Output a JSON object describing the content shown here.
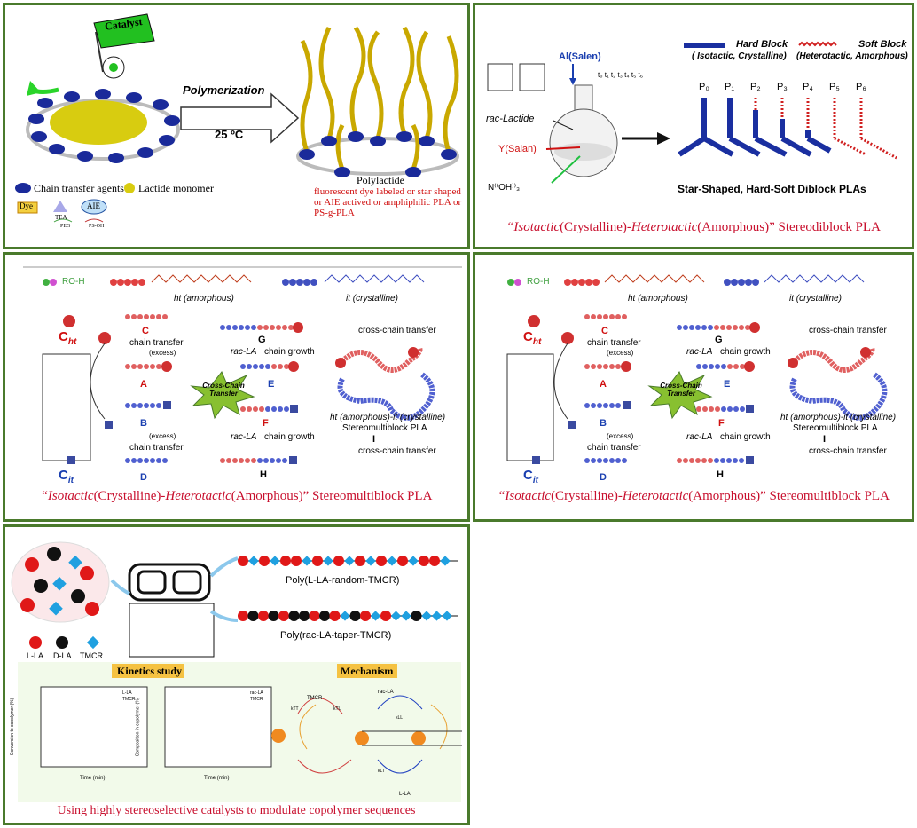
{
  "panel1": {
    "catalyst_flag": "Catalyst",
    "arrow_label": "Polymerization",
    "temperature": "25 ºC",
    "product_label": "Polylactide",
    "legend_cta": "Chain transfer agents",
    "legend_monomer": "Lactide monomer",
    "dye": "Dye",
    "aie": "AIE",
    "tea": "TEA",
    "peg": "PEG",
    "ps_oh": "PS-OH",
    "description": "fluorescent dye labeled or star shaped or AIE actived or amphiphilic PLA or PS-g-PLA"
  },
  "panel2": {
    "catalyst_al": "Al(Salen)",
    "times": "t₀ t₁ t₂ t₃ t₄ t₅ t₆",
    "monomer": "rac-Lactide",
    "catalyst_y": "Y(Salan)",
    "initiator": "N⁽⁽OH⁾⁾₃",
    "hard_block": "Hard Block",
    "hard_block_desc": "( Isotactic, Crystalline)",
    "soft_block": "Soft Block",
    "soft_block_desc": "(Heterotactic, Amorphous)",
    "products": [
      "P₀",
      "P₁",
      "P₂",
      "P₃",
      "P₄",
      "P₅",
      "P₆"
    ],
    "result": "Star-Shaped, Hard-Soft Diblock PLAs",
    "caption_a": "“Isotactic",
    "caption_b": "(Crystalline)-",
    "caption_c": "Heterotactic",
    "caption_d": "(Amorphous)” Stereodiblock PLA"
  },
  "panel3": {
    "ro_h": "RO-H",
    "ht_label": "ht (amorphous)",
    "it_label": "it (crystalline)",
    "c_ht": "C",
    "c_ht_sub": "ht",
    "c_it": "C",
    "c_it_sub": "it",
    "chain_transfer": "chain transfer",
    "excess": "(excess)",
    "labels": [
      "A",
      "B",
      "C",
      "D",
      "E",
      "F",
      "G",
      "H",
      "I"
    ],
    "rac_la": "rac-LA",
    "chain_growth": "chain growth",
    "cross_chain_transfer": "cross-chain transfer",
    "cross_star": "Cross-Chain Transfer",
    "ht_it": "ht (amorphous)-it (crystalline)",
    "stereomultiblock": "Stereomultiblock PLA",
    "caption_a": "“Isotactic",
    "caption_b": "(Crystalline)-",
    "caption_c": "Heterotactic",
    "caption_d": "(Amorphous)” Stereomultiblock PLA"
  },
  "panel5": {
    "poly_random": "Poly(L-LA-random-TMCR)",
    "poly_taper": "Poly(rac-LA-taper-TMCR)",
    "legend_lla": "L-LA",
    "legend_dla": "D-LA",
    "legend_tmc": "TMCR",
    "kinetics_title": "Kinetics study",
    "mechanism_title": "Mechanism",
    "plot1_ylabel": "Conversion to copolymer (%)",
    "plot1_xlabel": "Time (min)",
    "plot1_legend": [
      "L-LA",
      "TMCR"
    ],
    "plot2_ylabel": "Composition in copolymer (%)",
    "plot2_xlabel": "Time (min)",
    "plot2_legend": [
      "rac-LA",
      "TMCR"
    ],
    "mech_labels": [
      "TMCR",
      "rac-LA",
      "L-LA",
      "kTT",
      "kTL",
      "kLL",
      "kLT"
    ],
    "caption": "Using highly stereoselective catalysts to modulate copolymer sequences"
  },
  "colors": {
    "border": "#4a7a2c",
    "caption_red": "#c8102e",
    "blue_block": "#1a2fa0",
    "red_block": "#d02020",
    "yellow_bead": "#d4c800"
  }
}
